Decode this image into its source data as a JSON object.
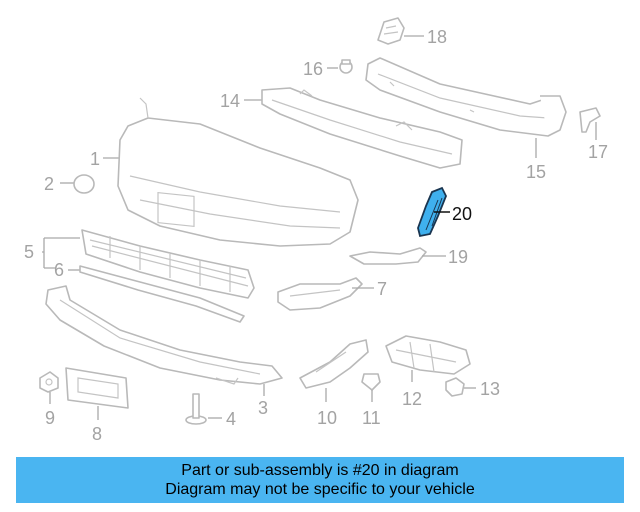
{
  "callouts": {
    "c1": "1",
    "c2": "2",
    "c3": "3",
    "c4": "4",
    "c5": "5",
    "c6": "6",
    "c7": "7",
    "c8": "8",
    "c9": "9",
    "c10": "10",
    "c11": "11",
    "c12": "12",
    "c13": "13",
    "c14": "14",
    "c15": "15",
    "c16": "16",
    "c17": "17",
    "c18": "18",
    "c19": "19",
    "c20": "20"
  },
  "highlight": {
    "part": "20",
    "color": "#3fb0ee"
  },
  "banner": {
    "line1": "Part or sub-assembly is #20 in diagram",
    "line2": "Diagram may not be specific to your vehicle",
    "background": "#4ab5f1"
  }
}
